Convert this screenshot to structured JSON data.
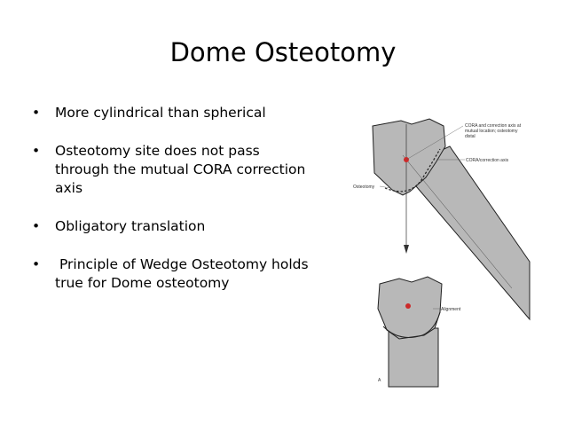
{
  "title": "Dome Osteotomy",
  "bullets": [
    "More cylindrical than spherical",
    "Osteotomy site does not pass through the mutual CORA correction axis",
    "Obligatory translation",
    " Principle of Wedge Osteotomy holds true for Dome osteotomy"
  ],
  "bullet_glyph": "•",
  "figure": {
    "labels": {
      "cora_line1": "CORA and correction axis at",
      "cora_line2": "mutual location; osteotomy",
      "cora_line3": "distal",
      "cora_correction_axis": "CORA/correction axis",
      "osteotomy": "Osteotomy",
      "alignment": "Alignment",
      "panel": "A"
    },
    "colors": {
      "bone_fill": "#b8b8b8",
      "bone_stroke": "#222222",
      "point": "#cc2a2a"
    }
  }
}
